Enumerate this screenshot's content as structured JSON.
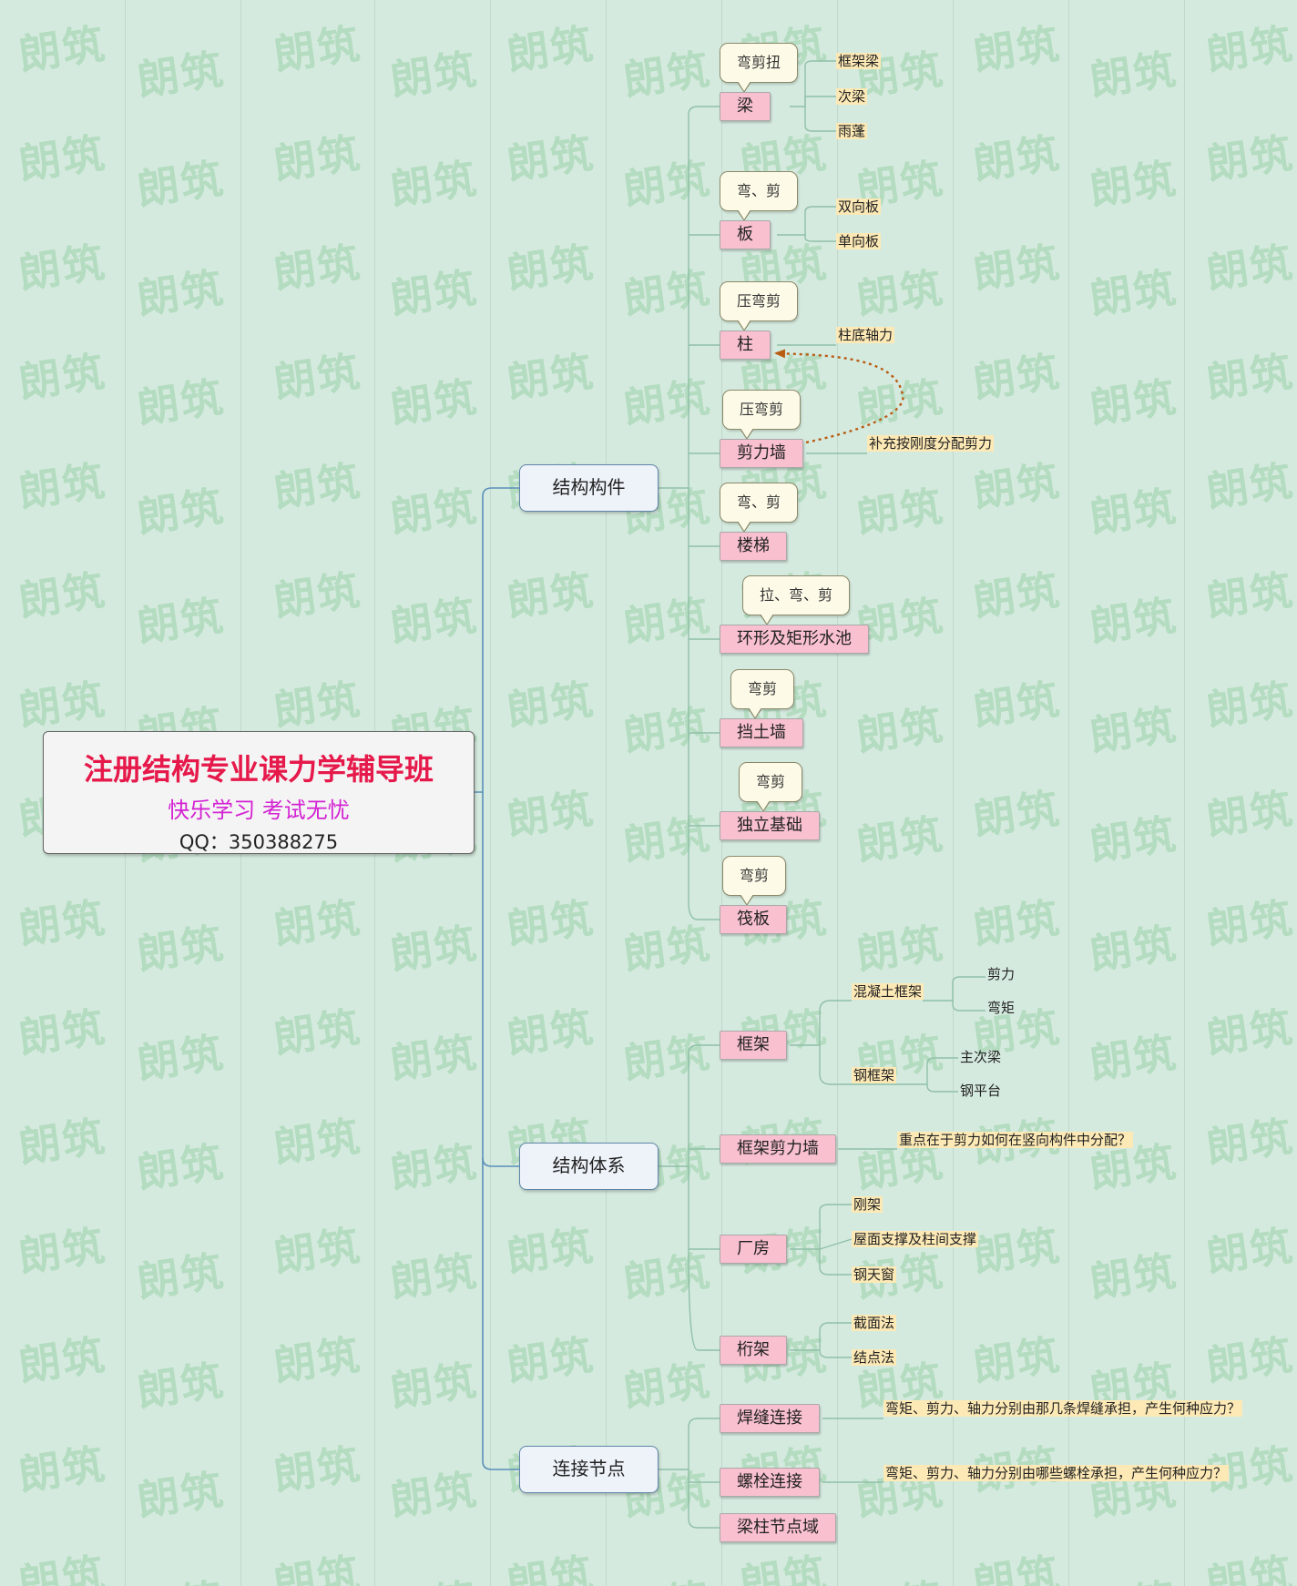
{
  "watermark_text": "朗筑",
  "central": {
    "title": "注册结构专业课力学辅导班",
    "subtitle": "快乐学习  考试无忧",
    "qq": "QQ：350388275"
  },
  "branches": {
    "components": {
      "label": "结构构件",
      "beam": {
        "label": "梁",
        "note": "弯剪扭",
        "leaves": [
          "框架梁",
          "次梁",
          "雨蓬"
        ]
      },
      "slab": {
        "label": "板",
        "note": "弯、剪",
        "leaves": [
          "双向板",
          "单向板"
        ]
      },
      "column": {
        "label": "柱",
        "note": "压弯剪",
        "leaves": [
          "柱底轴力"
        ]
      },
      "shear_wall": {
        "label": "剪力墙",
        "note": "压弯剪",
        "leaves": [
          "补充按刚度分配剪力"
        ]
      },
      "stair": {
        "label": "楼梯",
        "note": "弯、剪"
      },
      "pool": {
        "label": "环形及矩形水池",
        "note": "拉、弯、剪"
      },
      "retaining_wall": {
        "label": "挡土墙",
        "note": "弯剪"
      },
      "footing": {
        "label": "独立基础",
        "note": "弯剪"
      },
      "raft": {
        "label": "筏板",
        "note": "弯剪"
      }
    },
    "systems": {
      "label": "结构体系",
      "frame": {
        "label": "框架",
        "concrete": {
          "label": "混凝土框架",
          "leaves": [
            "剪力",
            "弯矩"
          ]
        },
        "steel": {
          "label": "钢框架",
          "leaves": [
            "主次梁",
            "钢平台"
          ]
        }
      },
      "frame_shear_wall": {
        "label": "框架剪力墙",
        "leaves": [
          "重点在于剪力如何在竖向构件中分配？"
        ]
      },
      "workshop": {
        "label": "厂房",
        "leaves": [
          "刚架",
          "屋面支撑及柱间支撑",
          "钢天窗"
        ]
      },
      "truss": {
        "label": "桁架",
        "leaves": [
          "截面法",
          "结点法"
        ]
      }
    },
    "joints": {
      "label": "连接节点",
      "weld": {
        "label": "焊缝连接",
        "leaves": [
          "弯矩、剪力、轴力分别由那几条焊缝承担，产生何种应力？"
        ]
      },
      "bolt": {
        "label": "螺栓连接",
        "leaves": [
          "弯矩、剪力、轴力分别由哪些螺栓承担，产生何种应力？"
        ]
      },
      "beam_column": {
        "label": "梁柱节点域"
      }
    }
  },
  "colors": {
    "background": "#d5eadf",
    "connector": "#8fc0a8",
    "main_connector": "#5a8fb8",
    "topic_fill": "#f9c0cf",
    "callout_fill": "#fdfae7",
    "leaf_highlight": "#fde9b5",
    "relationship_arrow": "#b85c12",
    "title_red": "#e6194b",
    "subtitle_magenta": "#d322d3"
  }
}
